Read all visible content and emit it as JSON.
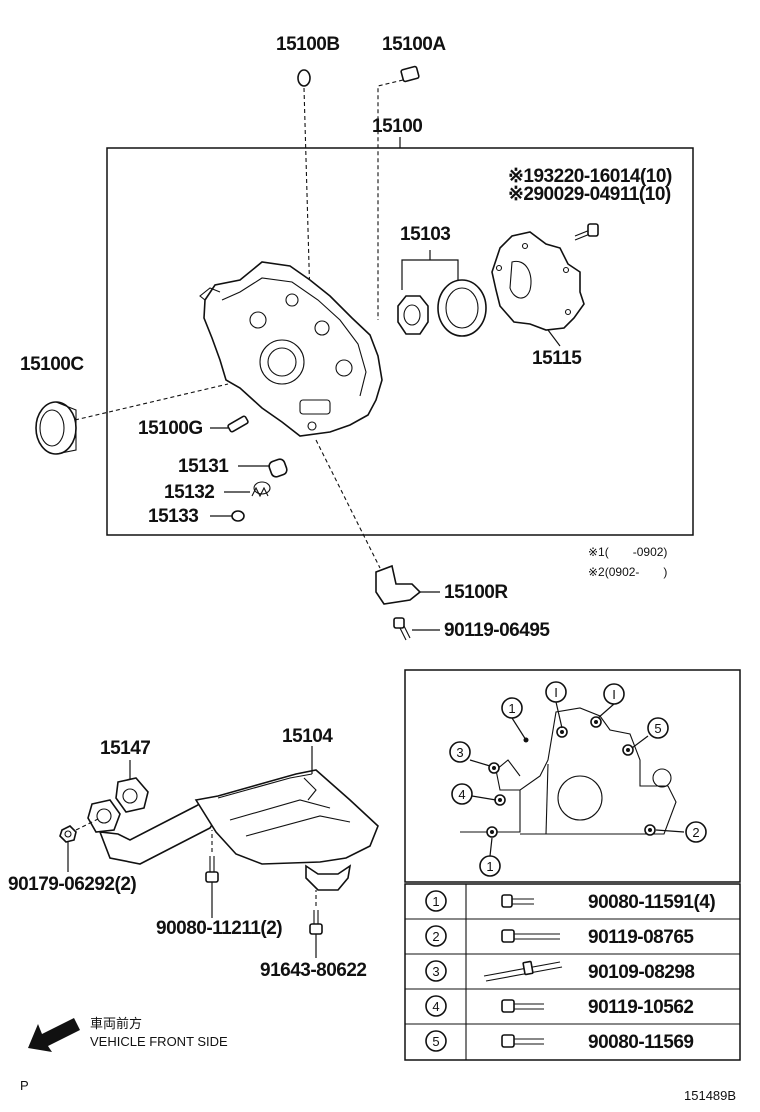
{
  "parts": {
    "p15100B": "15100B",
    "p15100A": "15100A",
    "p15100": "15100",
    "bolt_note_1": "※193220-16014(10)",
    "bolt_note_2": "※290029-04911(10)",
    "p15103": "15103",
    "p15115": "15115",
    "p15100C": "15100C",
    "p15100G": "15100G",
    "p15131": "15131",
    "p15132": "15132",
    "p15133": "15133",
    "note_range_1": "※1(　　-0902)",
    "note_range_2": "※2(0902-　　)",
    "p15100R": "15100R",
    "p90119_06495": "90119-06495",
    "p15147": "15147",
    "p15104": "15104",
    "p90179_06292": "90179-06292(2)",
    "p90080_11211": "90080-11211(2)",
    "p91643_80622": "91643-80622"
  },
  "bolt_table": [
    {
      "num": "1",
      "part": "90080-11591(4)"
    },
    {
      "num": "2",
      "part": "90119-08765"
    },
    {
      "num": "3",
      "part": "90109-08298"
    },
    {
      "num": "4",
      "part": "90119-10562"
    },
    {
      "num": "5",
      "part": "90080-11569"
    }
  ],
  "inset_markers": [
    "1",
    "I",
    "I",
    "5",
    "3",
    "4",
    "1",
    "2"
  ],
  "direction": {
    "jp": "車両前方",
    "en": "VEHICLE FRONT SIDE"
  },
  "footer": {
    "code_left": "P",
    "drawing_no": "151489B"
  }
}
